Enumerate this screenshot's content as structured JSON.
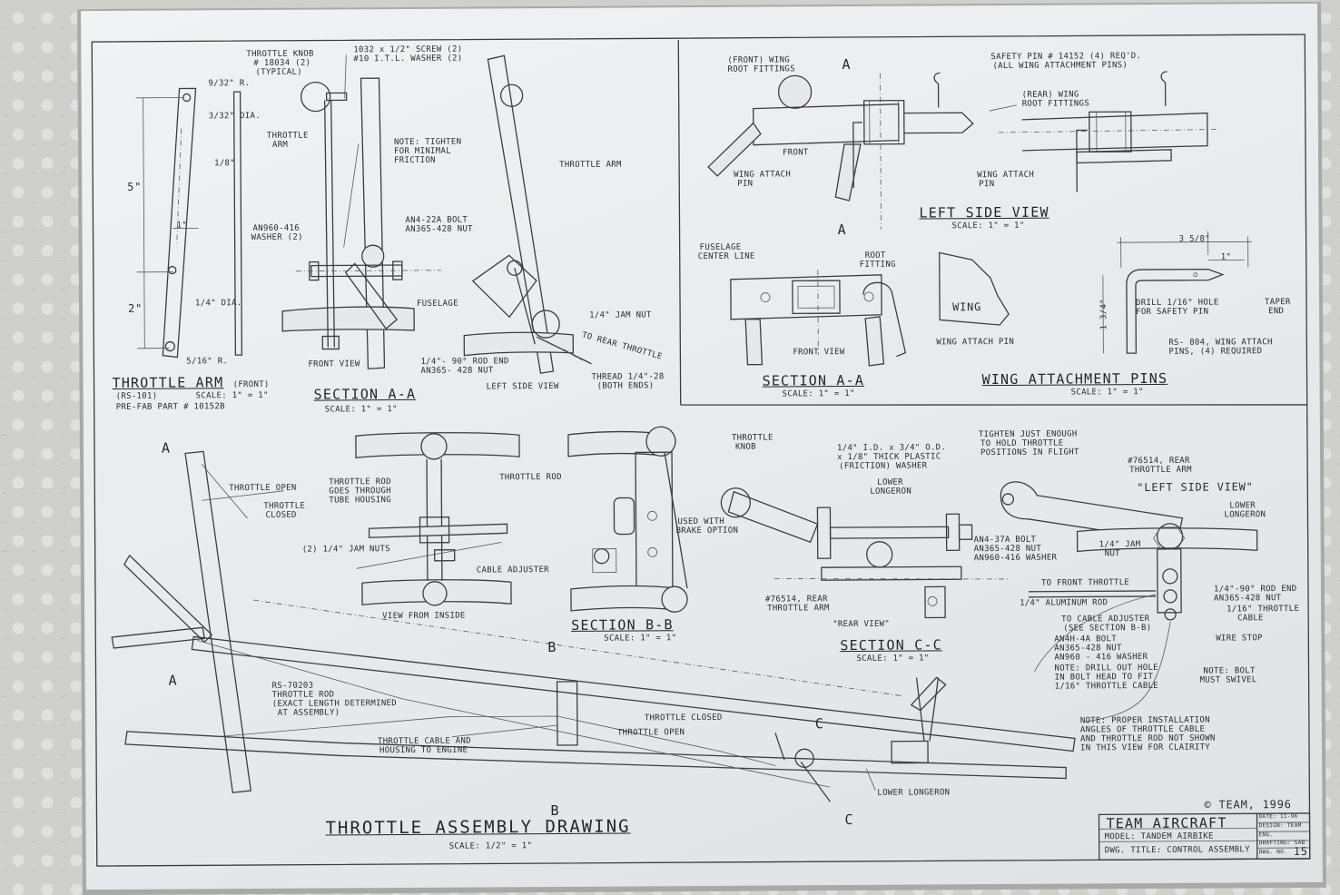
{
  "throttle_arm": {
    "dim_r_top": "9/32\" R.",
    "dim_hole_top": "3/32\" DIA.",
    "dim_thick": "1/8\"",
    "dim_height": "5\"",
    "dim_width": "1\"",
    "dim_height2": "2\"",
    "dim_hole_mid": "1/4\" DIA.",
    "dim_r_bot": "5/16\" R.",
    "title": "THROTTLE ARM",
    "title_sub": "(FRONT)",
    "part": "(RS-101)",
    "scale": "SCALE: 1\" = 1\"",
    "prefab": "PRE-FAB PART # 10152B"
  },
  "section_aa_left": {
    "knob": "THROTTLE KNOB",
    "knob_part": "# 18034  (2)",
    "knob_typ": "(TYPICAL)",
    "screw": "1032 x 1/2\" SCREW (2)",
    "washer": "#10 I.T.L. WASHER (2)",
    "arm": "THROTTLE",
    "arm2": "ARM",
    "note1": "NOTE: TIGHTEN",
    "note2": "FOR MINIMAL",
    "note3": "FRICTION",
    "bolt1": "AN4-22A BOLT",
    "bolt2": "AN365-428 NUT",
    "wash1": "AN960-416",
    "wash2": "WASHER (2)",
    "fuselage": "FUSELAGE",
    "front_view": "FRONT VIEW",
    "title": "SECTION A-A",
    "scale": "SCALE: 1\" = 1\"",
    "throttle_arm": "THROTTLE ARM",
    "jam_nut": "1/4\" JAM NUT",
    "rear_throttle": "TO REAR THROTTLE",
    "rod_end1": "1/4\"- 90° ROD END",
    "rod_end2": "AN365- 428 NUT",
    "thread1": "THREAD 1/4\"-28",
    "thread2": "(BOTH ENDS)",
    "left_side_view": "LEFT SIDE VIEW"
  },
  "left_side_view": {
    "front_wing1": "(FRONT) WING",
    "front_wing2": "ROOT FITTINGS",
    "safety1": "SAFETY PIN # 14152 (4) REQ'D.",
    "safety2": "(ALL WING ATTACHMENT PINS)",
    "rear_wing1": "(REAR) WING",
    "rear_wing2": "ROOT FITTINGS",
    "front": "FRONT",
    "wing_attach1": "WING ATTACH",
    "wing_attach2": "PIN",
    "wing_attach3": "WING ATTACH",
    "wing_attach4": "PIN",
    "a_top": "A",
    "a_bot": "A",
    "title": "LEFT SIDE VIEW",
    "scale": "SCALE: 1\" = 1\""
  },
  "section_aa_right": {
    "center1": "FUSELAGE",
    "center2": "CENTER LINE",
    "root1": "ROOT",
    "root2": "FITTING",
    "wing": "WING",
    "front_view": "FRONT VIEW",
    "wing_attach": "WING ATTACH PIN",
    "title": "SECTION A-A",
    "scale": "SCALE: 1\" = 1\""
  },
  "pins": {
    "dim_len": "3 5/8\"",
    "dim_1": "1\"",
    "dim_h": "1 3/4\"",
    "drill1": "DRILL 1/16\" HOLE",
    "drill2": "FOR SAFETY PIN",
    "taper1": "TAPER",
    "taper2": "END",
    "part1": "RS- 804, WING ATTACH",
    "part2": "PINS, (4) REQUIRED",
    "title": "WING ATTACHMENT PINS",
    "scale": "SCALE: 1\" = 1\""
  },
  "view_inside": {
    "rod1": "THROTTLE ROD",
    "rod2": "GOES THROUGH",
    "rod3": "TUBE HOUSING",
    "throttle_rod": "THROTTLE ROD",
    "jam_nuts": "(2) 1/4\" JAM NUTS",
    "adjuster": "CABLE ADJUSTER",
    "title": "VIEW FROM INSIDE"
  },
  "section_bb": {
    "used1": "USED WITH",
    "used2": "BRAKE OPTION",
    "title": "SECTION B-B",
    "scale": "SCALE: 1\" = 1\""
  },
  "section_cc": {
    "knob1": "THROTTLE",
    "knob2": "KNOB",
    "washer1": "1/4\" I.D. x 3/4\" O.D.",
    "washer2": "x 1/8\" THICK PLASTIC",
    "washer3": "(FRICTION) WASHER",
    "lower1": "LOWER",
    "lower2": "LONGERON",
    "tighten1": "TIGHTEN JUST ENOUGH",
    "tighten2": "TO HOLD THROTTLE",
    "tighten3": "POSITIONS IN FLIGHT",
    "bolt1": "AN4-37A BOLT",
    "bolt2": "AN365-428 NUT",
    "bolt3": "AN960-416 WASHER",
    "rear_arm1": "#76514, REAR",
    "rear_arm2": "THROTTLE ARM",
    "rear_view": "\"REAR VIEW\"",
    "title": "SECTION C-C",
    "scale": "SCALE: 1\" = 1\""
  },
  "left_side_cc": {
    "arm1": "#76514, REAR",
    "arm2": "THROTTLE ARM",
    "title": "\"LEFT SIDE VIEW\"",
    "lower1": "LOWER",
    "lower2": "LONGERON",
    "jam1": "1/4\" JAM",
    "jam2": "NUT",
    "to_front": "TO FRONT THROTTLE",
    "alum": "1/4\" ALUMINUM ROD",
    "rod_end1": "1/4\"-90° ROD END",
    "rod_end2": "AN365-428 NUT",
    "cable1": "1/16\" THROTTLE",
    "cable2": "CABLE",
    "adj1": "TO CABLE ADJUSTER",
    "adj2": "(SEE SECTION B-B)",
    "wire_stop": "WIRE STOP",
    "bolt1": "AN4H-4A BOLT",
    "bolt2": "AN365-428 NUT",
    "bolt3": "AN960 - 416 WASHER",
    "drill1": "NOTE: DRILL OUT HOLE",
    "drill2": "IN BOLT HEAD TO FIT",
    "drill3": "1/16\" THROTTLE CABLE",
    "swivel1": "NOTE: BOLT",
    "swivel2": "MUST SWIVEL",
    "note1": "NOTE: PROPER INSTALLATION",
    "note2": "ANGLES OF THROTTLE CABLE",
    "note3": "AND THROTTLE ROD NOT SHOWN",
    "note4": "IN THIS VIEW FOR CLAIRITY"
  },
  "assembly": {
    "a_top": "A",
    "a_bot": "A",
    "open": "THROTTLE OPEN",
    "closed1": "THROTTLE",
    "closed2": "CLOSED",
    "rod1": "RS-70203",
    "rod2": "THROTTLE ROD",
    "rod3": "(EXACT LENGTH DETERMINED",
    "rod4": "AT ASSEMBLY)",
    "b_top": "B",
    "b_bot": "B",
    "cable1": "THROTTLE CABLE AND",
    "cable2": "HOUSING TO ENGINE",
    "t_closed": "THROTTLE CLOSED",
    "t_open": "THROTTLE OPEN",
    "c_top": "C",
    "c_bot": "C",
    "lower": "LOWER LONGERON",
    "title": "THROTTLE ASSEMBLY DRAWING",
    "scale": "SCALE: 1/2\" = 1\""
  },
  "title_block": {
    "copyright": "© TEAM, 1996",
    "company": "TEAM AIRCRAFT",
    "model_label": "MODEL:",
    "model": "TANDEM AIRBIKE",
    "dwg_label": "DWG. TITLE:",
    "dwg": "CONTROL ASSEMBLY",
    "date": "DATE: 11-96",
    "design": "DESIGN: TEAM",
    "eng": "ENG.",
    "drafting": "DRAFTING: SAB",
    "dwg_no_label": "DWG. NO.",
    "dwg_no": "15"
  }
}
